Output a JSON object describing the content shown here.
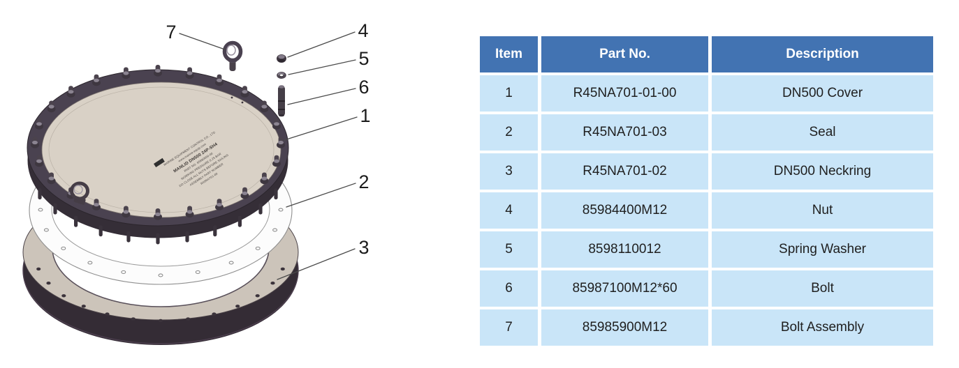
{
  "diagram": {
    "callouts": [
      {
        "label": "7",
        "points_to": "bolt-assembly"
      },
      {
        "label": "4",
        "points_to": "nut"
      },
      {
        "label": "5",
        "points_to": "spring-washer"
      },
      {
        "label": "6",
        "points_to": "bolt"
      },
      {
        "label": "1",
        "points_to": "dn500-cover"
      },
      {
        "label": "2",
        "points_to": "seal"
      },
      {
        "label": "3",
        "points_to": "dn500-neckring"
      }
    ],
    "engraving_lines": [
      "MARINE EQUIPMENT CONTROL CO., LTD",
      "www.marine-equip.com",
      "MANLID DN500 24P-SH4",
      "PART NO. 85980000-00",
      "WORKING PRESSURE 0.25 BAR",
      "DO CLOSE ALL NUTS BEFORE SAILING",
      "ASSEMBLY PART NUMBER",
      "R45NA701-00"
    ]
  },
  "table": {
    "headers": [
      "Item",
      "Part No.",
      "Description"
    ],
    "rows": [
      {
        "item": "1",
        "part_no": "R45NA701-01-00",
        "description": "DN500 Cover"
      },
      {
        "item": "2",
        "part_no": "R45NA701-03",
        "description": "Seal"
      },
      {
        "item": "3",
        "part_no": "R45NA701-02",
        "description": "DN500 Neckring"
      },
      {
        "item": "4",
        "part_no": "85984400M12",
        "description": "Nut"
      },
      {
        "item": "5",
        "part_no": "8598110012",
        "description": "Spring Washer"
      },
      {
        "item": "6",
        "part_no": "85987100M12*60",
        "description": "Bolt"
      },
      {
        "item": "7",
        "part_no": "85985900M12",
        "description": "Bolt Assembly"
      }
    ]
  },
  "colors": {
    "header_bg": "#4273B2",
    "row_bg": "#C9E5F8",
    "header_text": "#FFFFFF",
    "body_text": "#1F1F1F",
    "metal_dark": "#4A4250",
    "cover_top": "#D9D1C6"
  }
}
